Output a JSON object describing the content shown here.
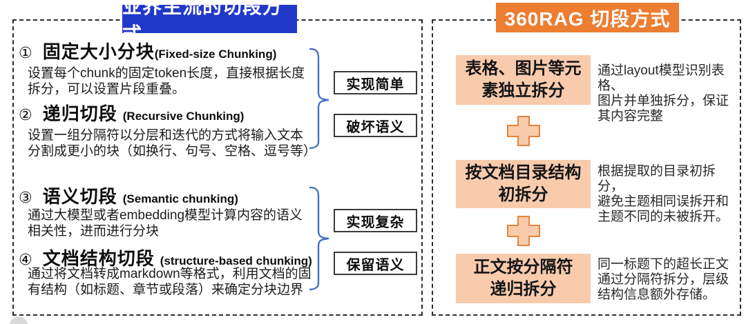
{
  "left_panel": {
    "title": "业界主流的切段方式",
    "items": [
      {
        "num": "①",
        "zh": "固定大小分块",
        "en": "(Fixed-size Chunking)",
        "desc": "设置每个chunk的固定token长度，直接根据长度\n拆分，可以设置片段重叠。"
      },
      {
        "num": "②",
        "zh": "递归切段",
        "en": "(Recursive Chunking)",
        "desc": "设置一组分隔符以分层和迭代的方式将输入文本\n分割成更小的块（如换行、句号、空格、逗号等）"
      },
      {
        "num": "③",
        "zh": "语义切段",
        "en": "(Semantic chunking)",
        "desc": "通过大模型或者embedding模型计算内容的语义\n相关性，进而进行分块"
      },
      {
        "num": "④",
        "zh": "文档结构切段",
        "en": "(structure-based chunking)",
        "desc": "通过将文档转成markdown等格式，利用文档的固\n有结构（如标题、章节或段落）来确定分块边界"
      }
    ],
    "labels": [
      "实现简单",
      "破坏语义",
      "实现复杂",
      "保留语义"
    ]
  },
  "right_panel": {
    "title": "360RAG 切段方式",
    "steps": [
      {
        "box": "表格、图片等元\n素独立拆分",
        "note": "通过layout模型识别表格、\n图片并单独拆分，保证\n其内容完整"
      },
      {
        "box": "按文档目录结构\n初拆分",
        "note": "根据提取的目录初拆分，\n避免主题相同误拆开和\n主题不同的未被拆开。"
      },
      {
        "box": "正文按分隔符\n递归拆分",
        "note": "同一标题下的超长正文\n通过分隔符拆分，层级\n结构信息额外存储。"
      }
    ]
  },
  "colors": {
    "title_blue": "#2139C9",
    "title_orange": "#ED7D31",
    "step_fill": "#F8CBAD",
    "plus_border": "#E8833A",
    "brace_blue": "#4472C4"
  }
}
